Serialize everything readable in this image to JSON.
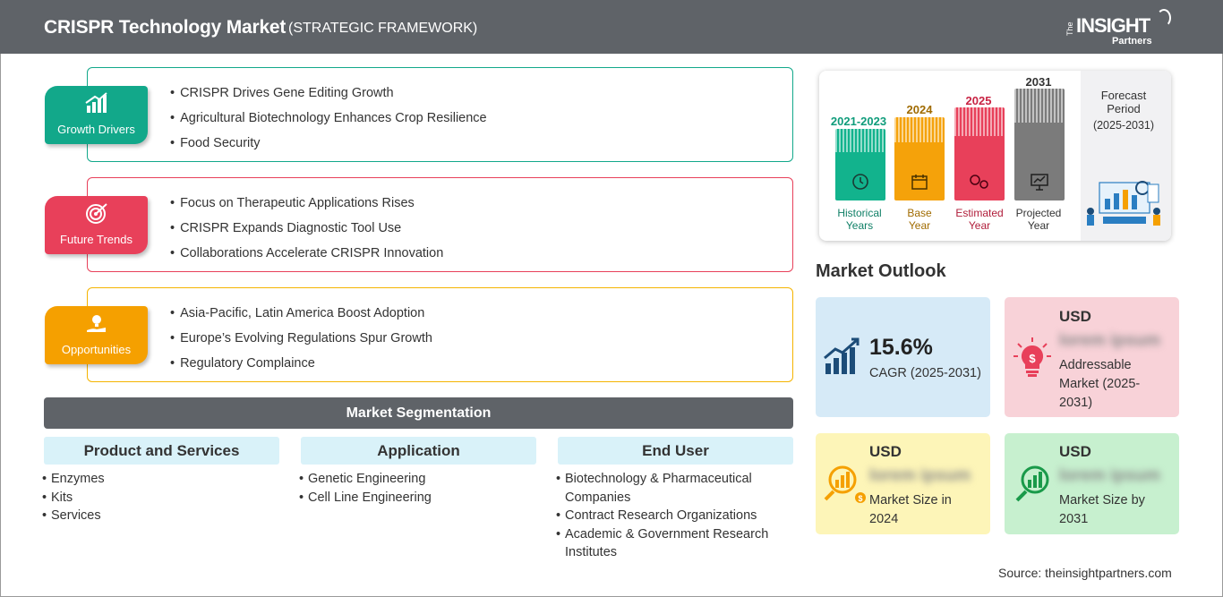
{
  "header": {
    "title": "CRISPR Technology Market",
    "subtitle": "(STRATEGIC FRAMEWORK)",
    "logo": {
      "the": "The",
      "insight": "INSIGHT",
      "partners": "Partners"
    }
  },
  "drivers": [
    {
      "tag": "Growth Drivers",
      "color": "#12a88a",
      "icon": "growth-chart-icon",
      "items": [
        "CRISPR Drives Gene Editing Growth",
        "Agricultural Biotechnology Enhances Crop Resilience",
        "Food Security"
      ]
    },
    {
      "tag": "Future Trends",
      "color": "#e8405a",
      "icon": "target-icon",
      "items": [
        "Focus on Therapeutic Applications Rises",
        "CRISPR Expands Diagnostic Tool Use",
        "Collaborations Accelerate CRISPR Innovation"
      ]
    },
    {
      "tag": "Opportunities",
      "color": "#f5a000",
      "icon": "lightbulb-hand-icon",
      "items": [
        "Asia-Pacific, Latin America Boost Adoption",
        "Europe’s Evolving Regulations Spur Growth",
        "Regulatory Complaince"
      ]
    }
  ],
  "segmentation": {
    "title": "Market Segmentation",
    "columns": [
      {
        "heading": "Product and Services",
        "items": [
          "Enzymes",
          "Kits",
          "Services"
        ]
      },
      {
        "heading": "Application",
        "items": [
          "Genetic Engineering",
          "Cell Line Engineering"
        ]
      },
      {
        "heading": "End User",
        "items": [
          "Biotechnology & Pharmaceutical Companies",
          "Contract Research Organizations",
          "Academic & Government Research Institutes"
        ]
      }
    ]
  },
  "timeline": {
    "bars": [
      {
        "year": "2021-2023",
        "label1": "Historical",
        "label2": "Years",
        "color": "#12b38d",
        "icon": "history-icon"
      },
      {
        "year": "2024",
        "label1": "Base",
        "label2": "Year",
        "color": "#f5a20a",
        "icon": "calendar-icon"
      },
      {
        "year": "2025",
        "label1": "Estimated",
        "label2": "Year",
        "color": "#e8405a",
        "icon": "gears-icon"
      },
      {
        "year": "2031",
        "label1": "Projected",
        "label2": "Year",
        "color": "#7b7b7b",
        "icon": "presentation-icon"
      }
    ],
    "forecast_title": "Forecast Period",
    "forecast_range": "(2025-2031)"
  },
  "outlook": {
    "title": "Market Outlook",
    "cagr_value": "15.6%",
    "cagr_label": "CAGR (2025-2031)",
    "cards": [
      {
        "usd": "USD",
        "blur": "lorem ipsum",
        "desc": "Addressable Market (2025-2031)"
      },
      {
        "usd": "USD",
        "blur": "lorem ipsum",
        "desc": "Market Size in 2024"
      },
      {
        "usd": "USD",
        "blur": "lorem ipsum",
        "desc": "Market Size by 2031"
      }
    ]
  },
  "source": "Source: theinsightpartners.com"
}
